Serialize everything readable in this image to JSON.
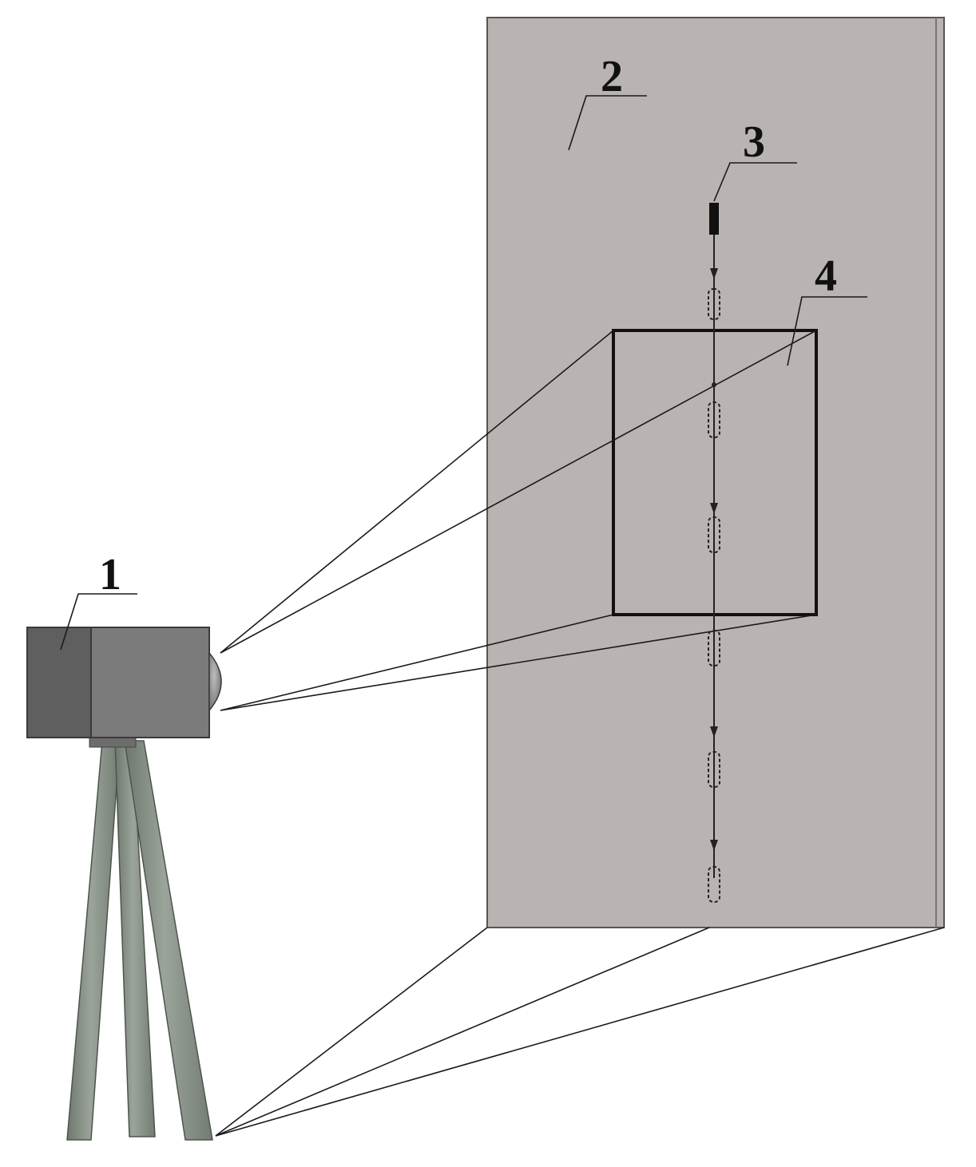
{
  "figure": {
    "callouts": [
      {
        "id": "camera",
        "label": "1"
      },
      {
        "id": "wall",
        "label": "2"
      },
      {
        "id": "light-source",
        "label": "3"
      },
      {
        "id": "field-of-view",
        "label": "4"
      }
    ],
    "colors": {
      "wall_fill": "#b9b3b1",
      "camera_front": "#7b7b7b",
      "camera_side": "#5f5f5f",
      "tripod": "#8a938a",
      "line": "#1a1a1a"
    }
  }
}
